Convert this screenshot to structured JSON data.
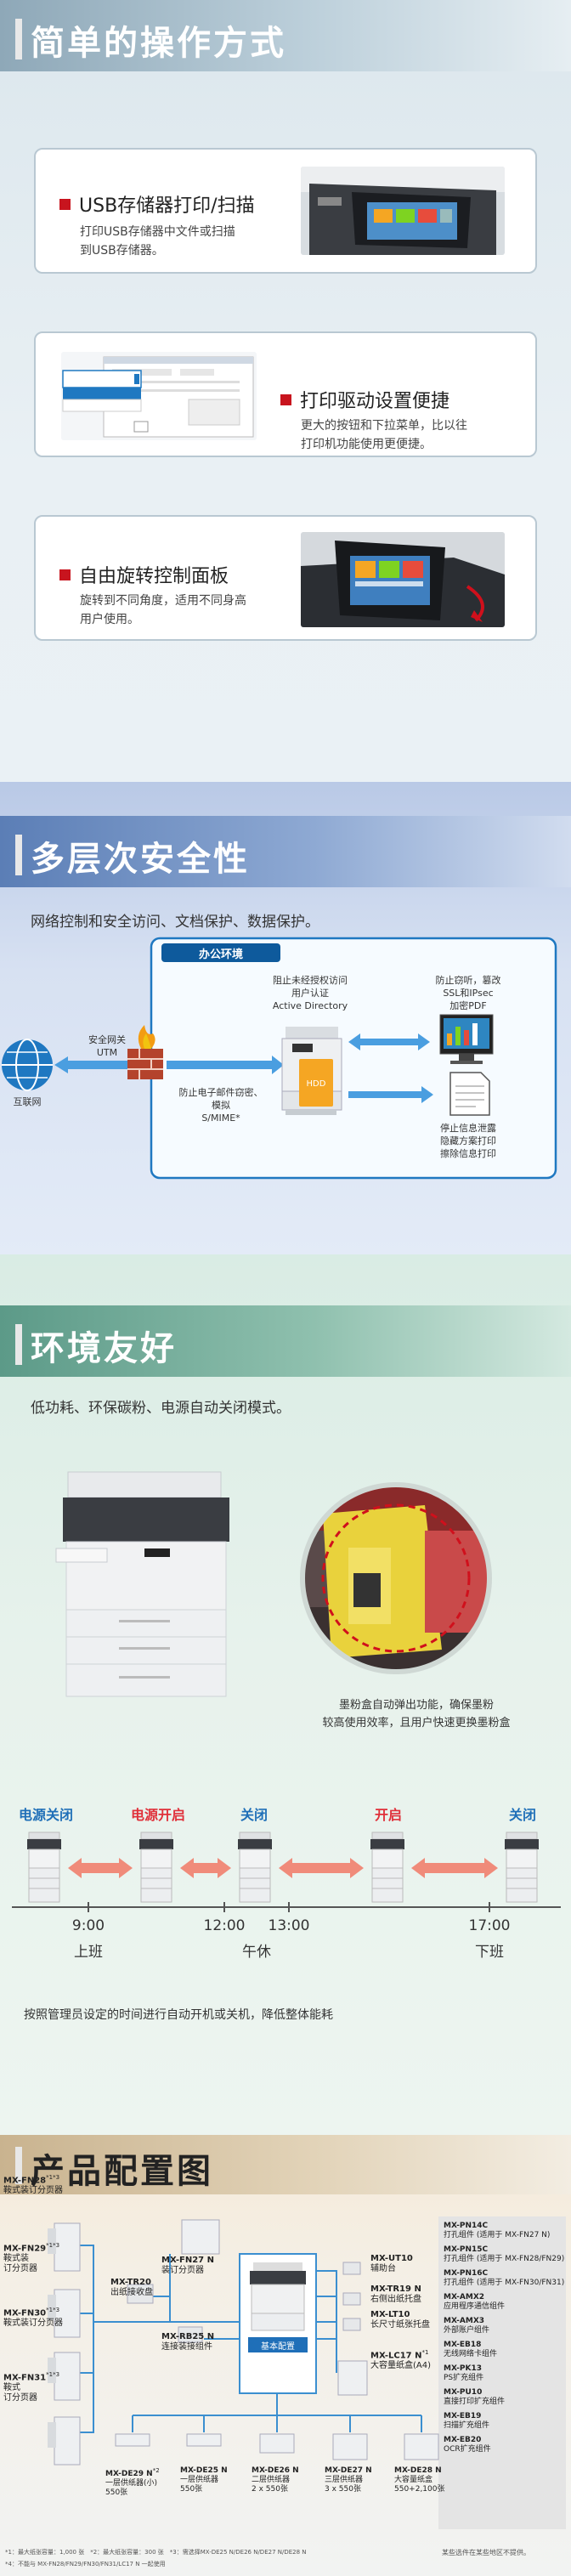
{
  "s1": {
    "title": "简单的操作方式",
    "cards": [
      {
        "title": "USB存储器打印/扫描",
        "desc1": "打印USB存储器中文件或扫描",
        "desc2": "到USB存储器。"
      },
      {
        "title": "打印驱动设置便捷",
        "desc1": "更大的按钮和下拉菜单，比以往",
        "desc2": "打印机功能使用更便捷。"
      },
      {
        "title": "自由旋转控制面板",
        "desc1": "旋转到不同角度，适用不同身高",
        "desc2": "用户使用。"
      }
    ]
  },
  "s2": {
    "title": "多层次安全性",
    "subtitle": "网络控制和安全访问、文档保护、数据保护。",
    "office": "办公环境",
    "top_a1": "阻止未经授权访问",
    "top_a2": "用户认证",
    "top_a3": "Active Directory",
    "top_b1": "防止窃听，篡改",
    "top_b2": "SSL和IPsec",
    "top_b3": "加密PDF",
    "gw1": "安全网关",
    "gw2": "UTM",
    "internet": "互联网",
    "mid1": "防止电子邮件窃密、",
    "mid2": "模拟",
    "mid3": "S/MIME*",
    "hdd": "HDD",
    "leak1": "停止信息泄露",
    "leak2": "隐藏方案打印",
    "leak3": "擦除信息打印"
  },
  "s3": {
    "title": "环境友好",
    "subtitle": "低功耗、环保碳粉、电源自动关闭模式。",
    "toner1": "墨粉盒自动弹出功能，确保墨粉",
    "toner2": "较高使用效率，且用户快速更换墨粉盒",
    "timeline": [
      {
        "label": "电源关闭",
        "color": "#1f6fb8"
      },
      {
        "label": "电源开启",
        "color": "#e0303a"
      },
      {
        "label": "关闭",
        "color": "#1f6fb8"
      },
      {
        "label": "开启",
        "color": "#e0303a"
      },
      {
        "label": "关闭",
        "color": "#1f6fb8"
      }
    ],
    "t1": "9:00",
    "t2": "12:00",
    "t3": "13:00",
    "t4": "17:00",
    "p1": "上班",
    "p2": "午休",
    "p3": "下班",
    "note": "按照管理员设定的时间进行自动开机或关机，降低整体能耗"
  },
  "s4": {
    "title": "产品配置图",
    "left": [
      {
        "code": "MX-FN28",
        "sup": "*1*3",
        "l1": "鞍式",
        "l2": "装订分页器"
      },
      {
        "code": "MX-FN29",
        "sup": "*1*3",
        "l1": "鞍式装",
        "l2": "订分页器"
      },
      {
        "code": "MX-FN30",
        "sup": "*1*3",
        "l1": "鞍式",
        "l2": "装订分页器"
      },
      {
        "code": "MX-FN31",
        "sup": "*1*3",
        "l1": "鞍式",
        "l2": "订分页器"
      }
    ],
    "fn27": "MX-FN27 N",
    "fn27d": "装订分页器",
    "tr20": "MX-TR20",
    "tr20d": "出纸接收盘",
    "rb25": "MX-RB25 N",
    "rb25d": "连接装接组件",
    "base": "基本配置",
    "de": [
      {
        "code": "MX-DE29 N",
        "sup": "*2",
        "d1": "一层供纸器(小)",
        "d2": "550张"
      },
      {
        "code": "MX-DE25 N",
        "sup": "",
        "d1": "一层供纸器",
        "d2": "550张"
      },
      {
        "code": "MX-DE26 N",
        "sup": "",
        "d1": "二层供纸器",
        "d2": "2 x 550张"
      },
      {
        "code": "MX-DE27 N",
        "sup": "",
        "d1": "三层供纸器",
        "d2": "3 x 550张"
      },
      {
        "code": "MX-DE28 N",
        "sup": "",
        "d1": "大容量纸盒",
        "d2": "550+2,100张"
      }
    ],
    "mid": [
      {
        "code": "MX-UT10",
        "d": "辅助台"
      },
      {
        "code": "MX-TR19 N",
        "d": "右侧出纸托盘"
      },
      {
        "code": "MX-LT10",
        "d": "长尺寸纸张托盘"
      },
      {
        "code": "MX-LC17 N",
        "sup": "*1",
        "d": "大容量纸盒(A4)"
      }
    ],
    "right": [
      {
        "code": "MX-PN14C",
        "d": "打孔组件 (适用于 MX-FN27 N)"
      },
      {
        "code": "MX-PN15C",
        "d": "打孔组件 (适用于 MX-FN28/FN29)"
      },
      {
        "code": "MX-PN16C",
        "d": "打孔组件 (适用于 MX-FN30/FN31)"
      },
      {
        "code": "MX-AMX2",
        "d": "应用程序通信组件"
      },
      {
        "code": "MX-AMX3",
        "d": "外部账户组件"
      },
      {
        "code": "MX-EB18",
        "d": "无线网络卡组件"
      },
      {
        "code": "MX-PK13",
        "d": "PS扩充组件"
      },
      {
        "code": "MX-PU10",
        "d": "直接打印扩充组件"
      },
      {
        "code": "MX-EB19",
        "d": "扫描扩充组件"
      },
      {
        "code": "MX-EB20",
        "d": "OCR扩充组件"
      }
    ],
    "fn1": "*1：最大纸张容量：1,000 张　*2：最大纸张容量：300 张　*3：需选择MX-DE25 N/DE26 N/DE27 N/DE28 N",
    "fn2": "*4：不能与 MX-FN28/FN29/FN30/FN31/LC17 N 一起使用",
    "note": "某些选件在某些地区不提供。"
  }
}
